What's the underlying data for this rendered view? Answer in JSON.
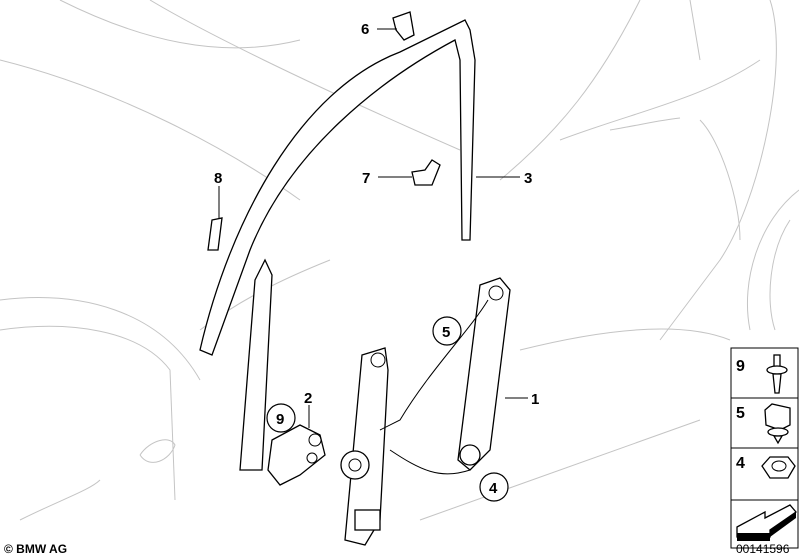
{
  "callouts": {
    "p1": "1",
    "p2": "2",
    "p3": "3",
    "p4": "4",
    "p5": "5",
    "p6": "6",
    "p7": "7",
    "p8": "8",
    "p9": "9"
  },
  "legend": [
    {
      "number": "9",
      "part": "screw-icon"
    },
    {
      "number": "5",
      "part": "clip-icon"
    },
    {
      "number": "4",
      "part": "nut-icon"
    },
    {
      "number": "",
      "part": "arrow-icon"
    }
  ],
  "footer": {
    "copyright": "© BMW AG",
    "diagram_id": "00141596"
  }
}
